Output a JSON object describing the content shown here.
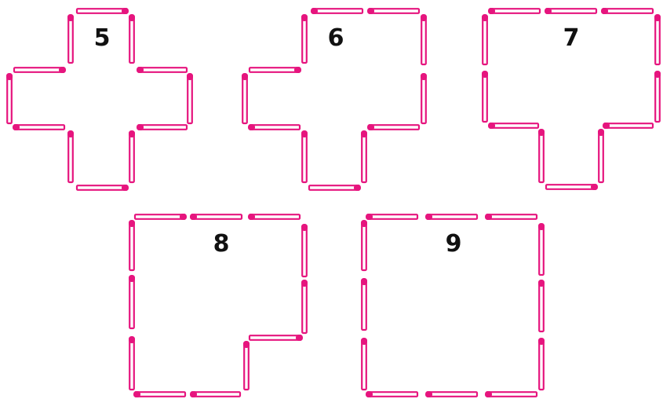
{
  "colors": {
    "match": "#e6157e",
    "label": "#111111",
    "background": "#ffffff"
  },
  "figures": [
    {
      "label": "5"
    },
    {
      "label": "6"
    },
    {
      "label": "7"
    },
    {
      "label": "8"
    },
    {
      "label": "9"
    }
  ]
}
